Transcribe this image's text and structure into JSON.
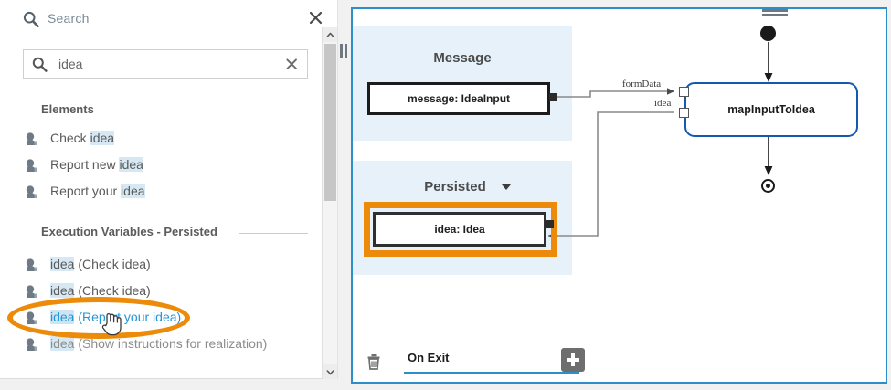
{
  "search_panel": {
    "header": {
      "icon": "search-icon",
      "title": "Search",
      "close_icon": "close-icon"
    },
    "input": {
      "icon": "search-icon",
      "value": "idea",
      "placeholder": "Search",
      "clear_icon": "clear-icon"
    },
    "sections": [
      {
        "label": "Elements",
        "items": [
          {
            "prefix": "Check ",
            "term": "idea",
            "suffix": "",
            "state": "normal",
            "icon": "user-icon"
          },
          {
            "prefix": "Report new ",
            "term": "idea",
            "suffix": "",
            "state": "normal",
            "icon": "user-icon"
          },
          {
            "prefix": "Report your ",
            "term": "idea",
            "suffix": "",
            "state": "normal",
            "icon": "user-icon"
          }
        ]
      },
      {
        "label": "Execution Variables - Persisted",
        "items": [
          {
            "prefix": "",
            "term": "idea",
            "suffix": " (Check idea)",
            "state": "normal",
            "icon": "user-icon"
          },
          {
            "prefix": "",
            "term": "idea",
            "suffix": " (Check idea)",
            "state": "normal",
            "icon": "user-icon"
          },
          {
            "prefix": "",
            "term": "idea",
            "suffix": " (Report your idea)",
            "state": "highlighted",
            "icon": "user-icon"
          },
          {
            "prefix": "",
            "term": "idea",
            "suffix": " (Show instructions for realization)",
            "state": "faded",
            "icon": "user-icon"
          }
        ]
      }
    ],
    "scrollbar": {
      "up_icon": "chevron-up-icon",
      "down_icon": "chevron-down-icon"
    },
    "splitter": "vertical-drag-handle"
  },
  "diagram_panel": {
    "top_handle": "horizontal-drag-handle",
    "groups": [
      {
        "title": "Message",
        "has_caret": false
      },
      {
        "title": "Persisted",
        "has_caret": true,
        "caret_icon": "caret-down-icon"
      }
    ],
    "pin_boxes": [
      {
        "label": "message: IdeaInput"
      },
      {
        "label": "idea: Idea"
      }
    ],
    "activity": {
      "label": "mapInputToIdea",
      "ports": [
        {
          "name": "formData"
        },
        {
          "name": "idea"
        }
      ],
      "init_node": "initial-node",
      "final_node": "final-node"
    },
    "annotations": {
      "rect_color": "#ec8a0a",
      "ellipse_color": "#ec8a0a"
    },
    "toolbar": {
      "delete_icon": "trash-icon",
      "tab_label": "On Exit",
      "add_icon": "plus-icon"
    }
  },
  "colors": {
    "accent_blue": "#2c8fc9",
    "node_blue": "#1558b0",
    "band_blue": "#e6f1f9",
    "highlight_bg": "#d6e8f3",
    "link_blue": "#2196d6",
    "annotation_orange": "#ec8a0a"
  }
}
